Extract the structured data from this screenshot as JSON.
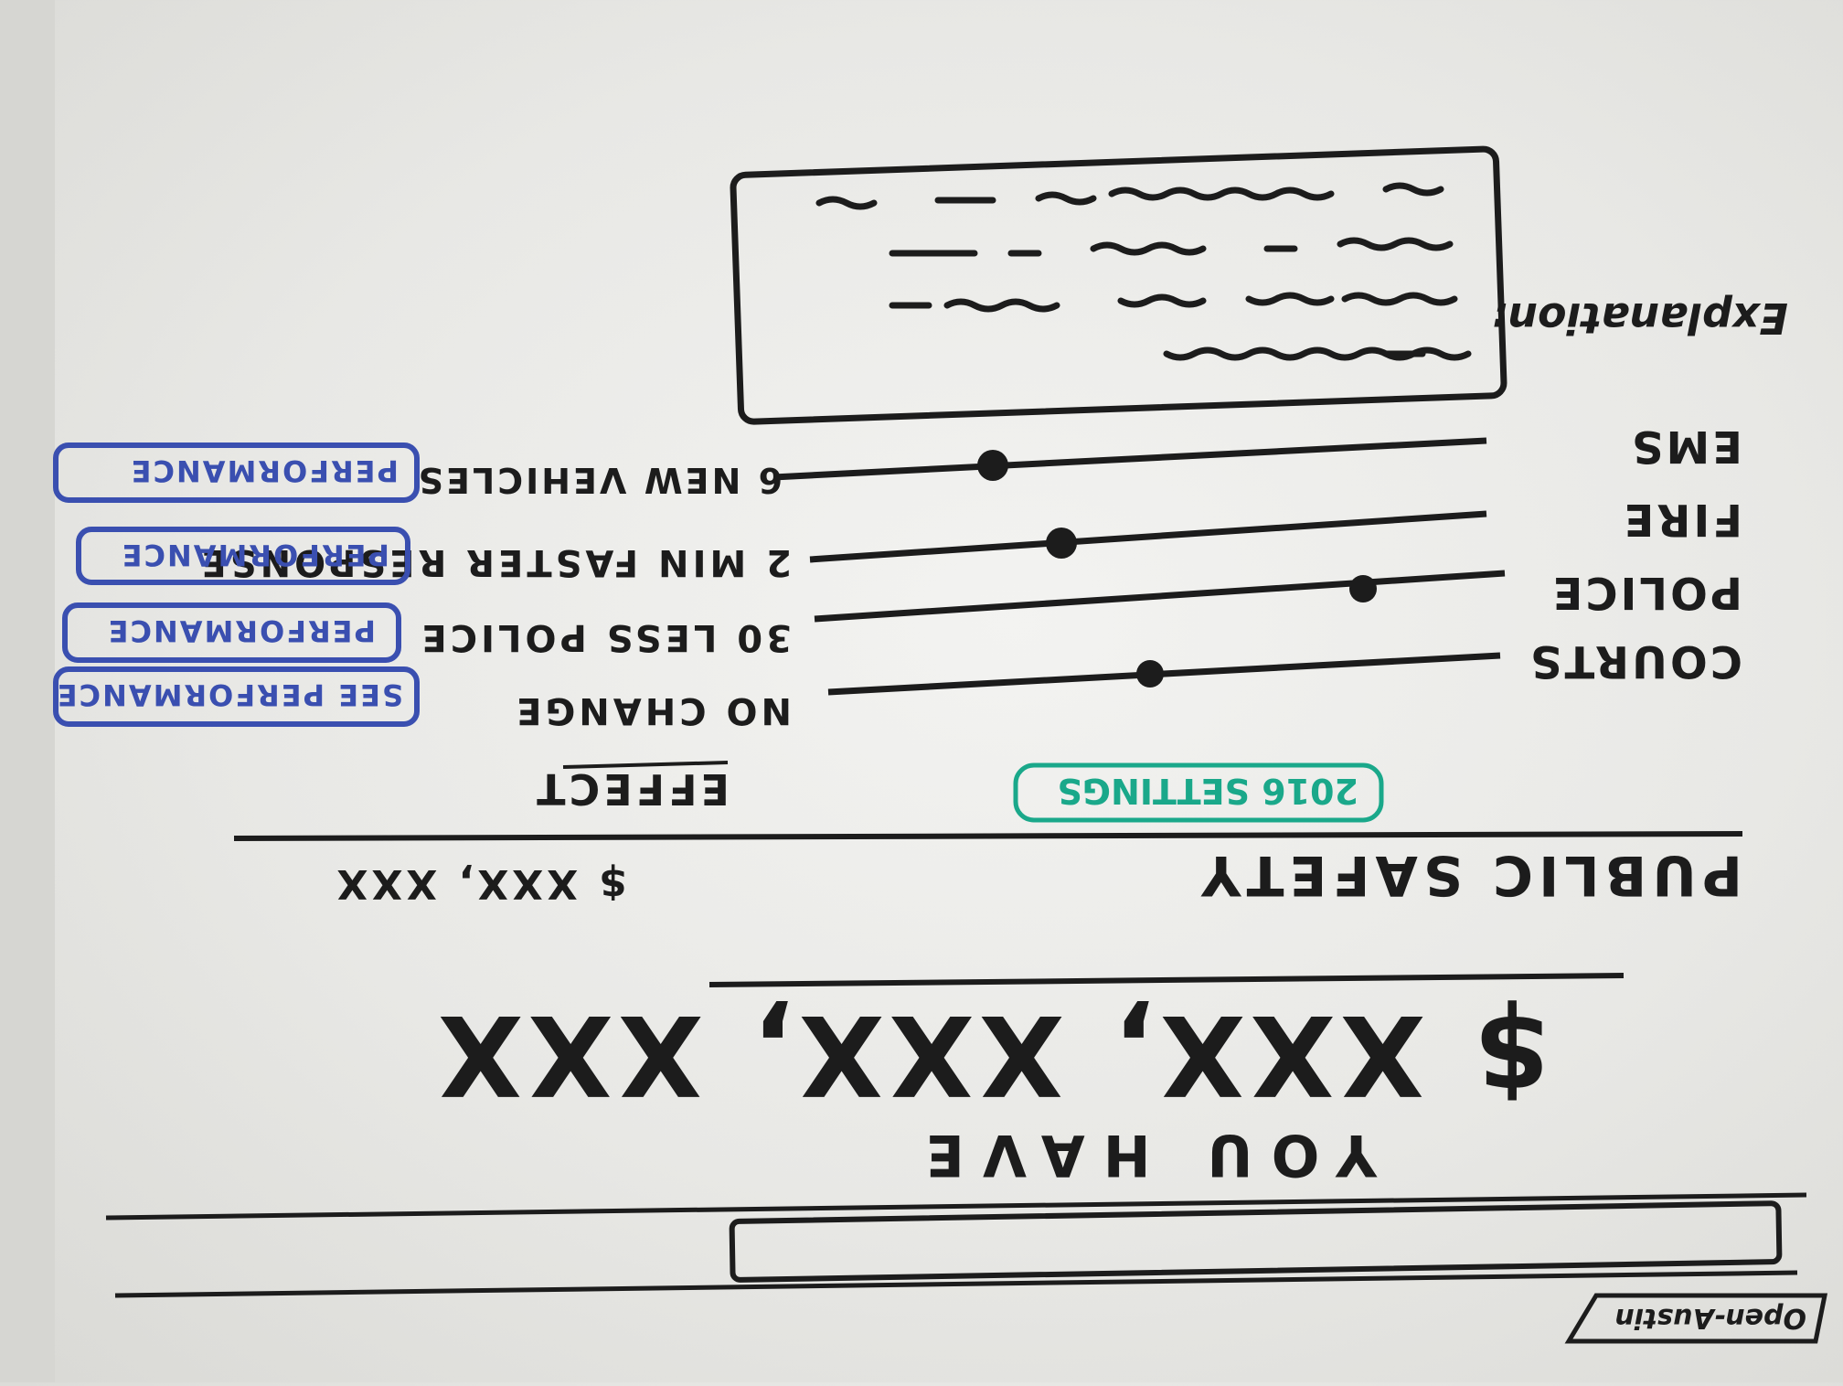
{
  "app": {
    "tab_label": "Open-Austin"
  },
  "balance": {
    "label": "YOU HAVE",
    "amount": "$ XXX, XXX, XXX"
  },
  "section": {
    "title": "PUBLIC SAFETY",
    "amount": "$ XXX, XXX",
    "settings_button": "2016 SETTINGS",
    "effect_header": "EFFECT",
    "explanation_label": "Explanation:"
  },
  "sliders": [
    {
      "label": "COURTS",
      "level": 0.5,
      "effect": "NO CHANGE",
      "button": "SEE PERFORMANCE"
    },
    {
      "label": "POLICE",
      "level": 0.2,
      "effect": "30 LESS POLICE",
      "button": "PERFORMANCE"
    },
    {
      "label": "FIRE",
      "level": 0.62,
      "effect": "2 MIN FASTER RESPONSE",
      "button": "PERFORMANCE"
    },
    {
      "label": "EMS",
      "level": 0.7,
      "effect": "6 NEW VEHICLES",
      "button": "PERFORMANCE"
    }
  ],
  "colors": {
    "ink": "#1c1c1c",
    "blue_marker": "#3a4fb0",
    "teal_marker": "#1aa88a",
    "board": "#eeeeeb"
  }
}
